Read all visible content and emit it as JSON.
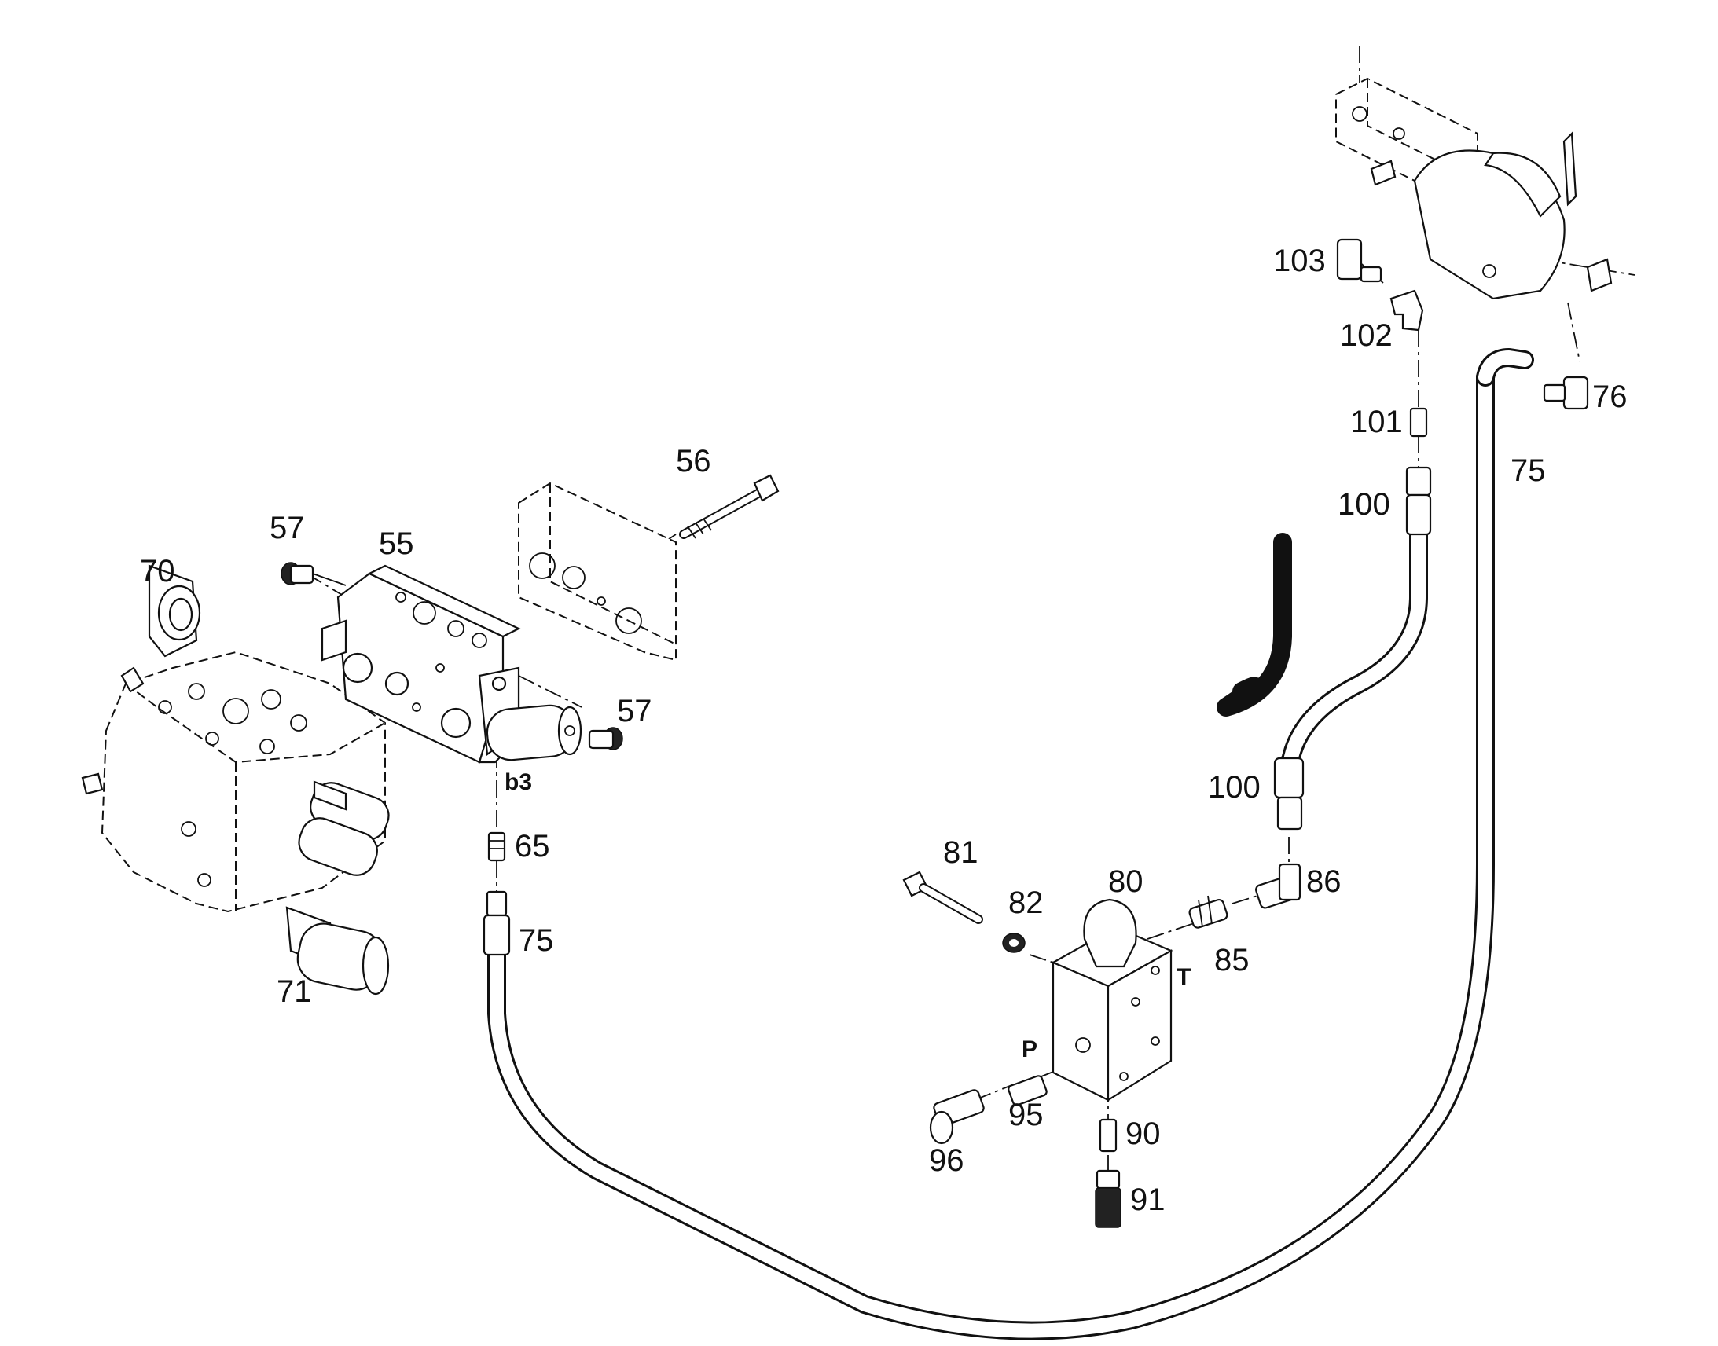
{
  "callouts": {
    "c55": "55",
    "c56": "56",
    "c57a": "57",
    "c57b": "57",
    "c65": "65",
    "c70": "70",
    "c71": "71",
    "c75a": "75",
    "c75b": "75",
    "c76": "76",
    "c80": "80",
    "c81": "81",
    "c82": "82",
    "c85": "85",
    "c86": "86",
    "c90": "90",
    "c91": "91",
    "c95": "95",
    "c96": "96",
    "c100a": "100",
    "c100b": "100",
    "c101": "101",
    "c102": "102",
    "c103": "103"
  },
  "ports": {
    "b3": "b3",
    "P": "P",
    "T": "T"
  }
}
